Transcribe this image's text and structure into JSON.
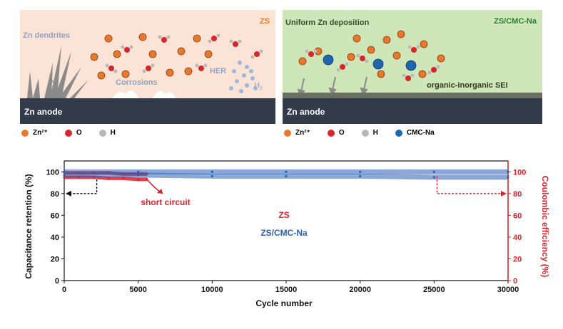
{
  "panel_zs": {
    "tag": "ZS",
    "dendrites": "Zn dendrites",
    "corrosions": "Corrosions",
    "her": "HER",
    "h2": "H",
    "h2_sub": "2",
    "anode": "Zn anode"
  },
  "panel_cmc": {
    "title": "Uniform Zn deposition",
    "tag": "ZS/CMC-Na",
    "sei": "organic-inorganic SEI",
    "anode": "Zn anode"
  },
  "legend_left": {
    "zn": "Zn²⁺",
    "o": "O",
    "h": "H"
  },
  "legend_right": {
    "zn": "Zn²⁺",
    "o": "O",
    "h": "H",
    "cmc": "CMC-Na"
  },
  "colors": {
    "zn": "#e8782a",
    "o": "#d8262b",
    "h": "#b9b9b9",
    "cmc": "#1f66b0",
    "zs": "#e0202a",
    "cmc_series": "#2b5fb2"
  },
  "chart_data": {
    "type": "line",
    "xlabel": "Cycle number",
    "ylabel_left": "Capacitance retention (%)",
    "ylabel_right": "Coulombic efficiency (%)",
    "xlim": [
      0,
      30000
    ],
    "ylim_left": [
      0,
      110
    ],
    "ylim_right": [
      0,
      110
    ],
    "xticks": [
      "0",
      "5000",
      "10000",
      "15000",
      "20000",
      "25000",
      "30000"
    ],
    "yticks_left": [
      "0",
      "20",
      "40",
      "60",
      "80",
      "100"
    ],
    "yticks_right": [
      "0",
      "20",
      "40",
      "60",
      "80",
      "100"
    ],
    "series": [
      {
        "name": "ZS",
        "axis": "left",
        "x": [
          0,
          1000,
          2000,
          3000,
          4000,
          5000,
          5600
        ],
        "y": [
          95,
          95,
          95,
          94,
          94,
          93,
          93
        ]
      },
      {
        "name": "ZS",
        "axis": "right",
        "x": [
          0,
          1000,
          2000,
          3000,
          4000,
          5000,
          5600
        ],
        "y": [
          99,
          99,
          99,
          99,
          98,
          98,
          98
        ]
      },
      {
        "name": "ZS/CMC-Na",
        "axis": "left",
        "x": [
          0,
          5000,
          10000,
          15000,
          20000,
          25000,
          30000
        ],
        "y": [
          97,
          97,
          96,
          96,
          96,
          95,
          95
        ]
      },
      {
        "name": "ZS/CMC-Na",
        "axis": "right",
        "x": [
          0,
          5000,
          10000,
          15000,
          20000,
          25000,
          30000
        ],
        "y": [
          100,
          100,
          100,
          100,
          100,
          100,
          100
        ]
      }
    ],
    "annotations": {
      "short_circuit": "short circuit"
    },
    "legend": [
      "ZS",
      "ZS/CMC-Na"
    ]
  }
}
